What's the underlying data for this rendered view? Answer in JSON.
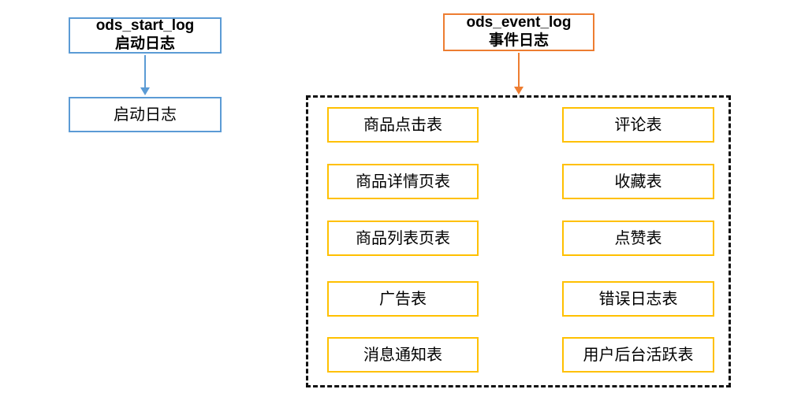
{
  "colors": {
    "blue": "#5B9BD5",
    "orange": "#ED7D31",
    "gold": "#FFC000",
    "dash": "#111111",
    "text": "#000000",
    "background": "#FFFFFF"
  },
  "start_log": {
    "header_line1": "ods_start_log",
    "header_line2": "启动日志",
    "child_label": "启动日志"
  },
  "event_log": {
    "header_line1": "ods_event_log",
    "header_line2": "事件日志",
    "left_tables": [
      "商品点击表",
      "商品详情页表",
      "商品列表页表",
      "广告表",
      "消息通知表"
    ],
    "right_tables": [
      "评论表",
      "收藏表",
      "点赞表",
      "错误日志表",
      "用户后台活跃表"
    ]
  }
}
